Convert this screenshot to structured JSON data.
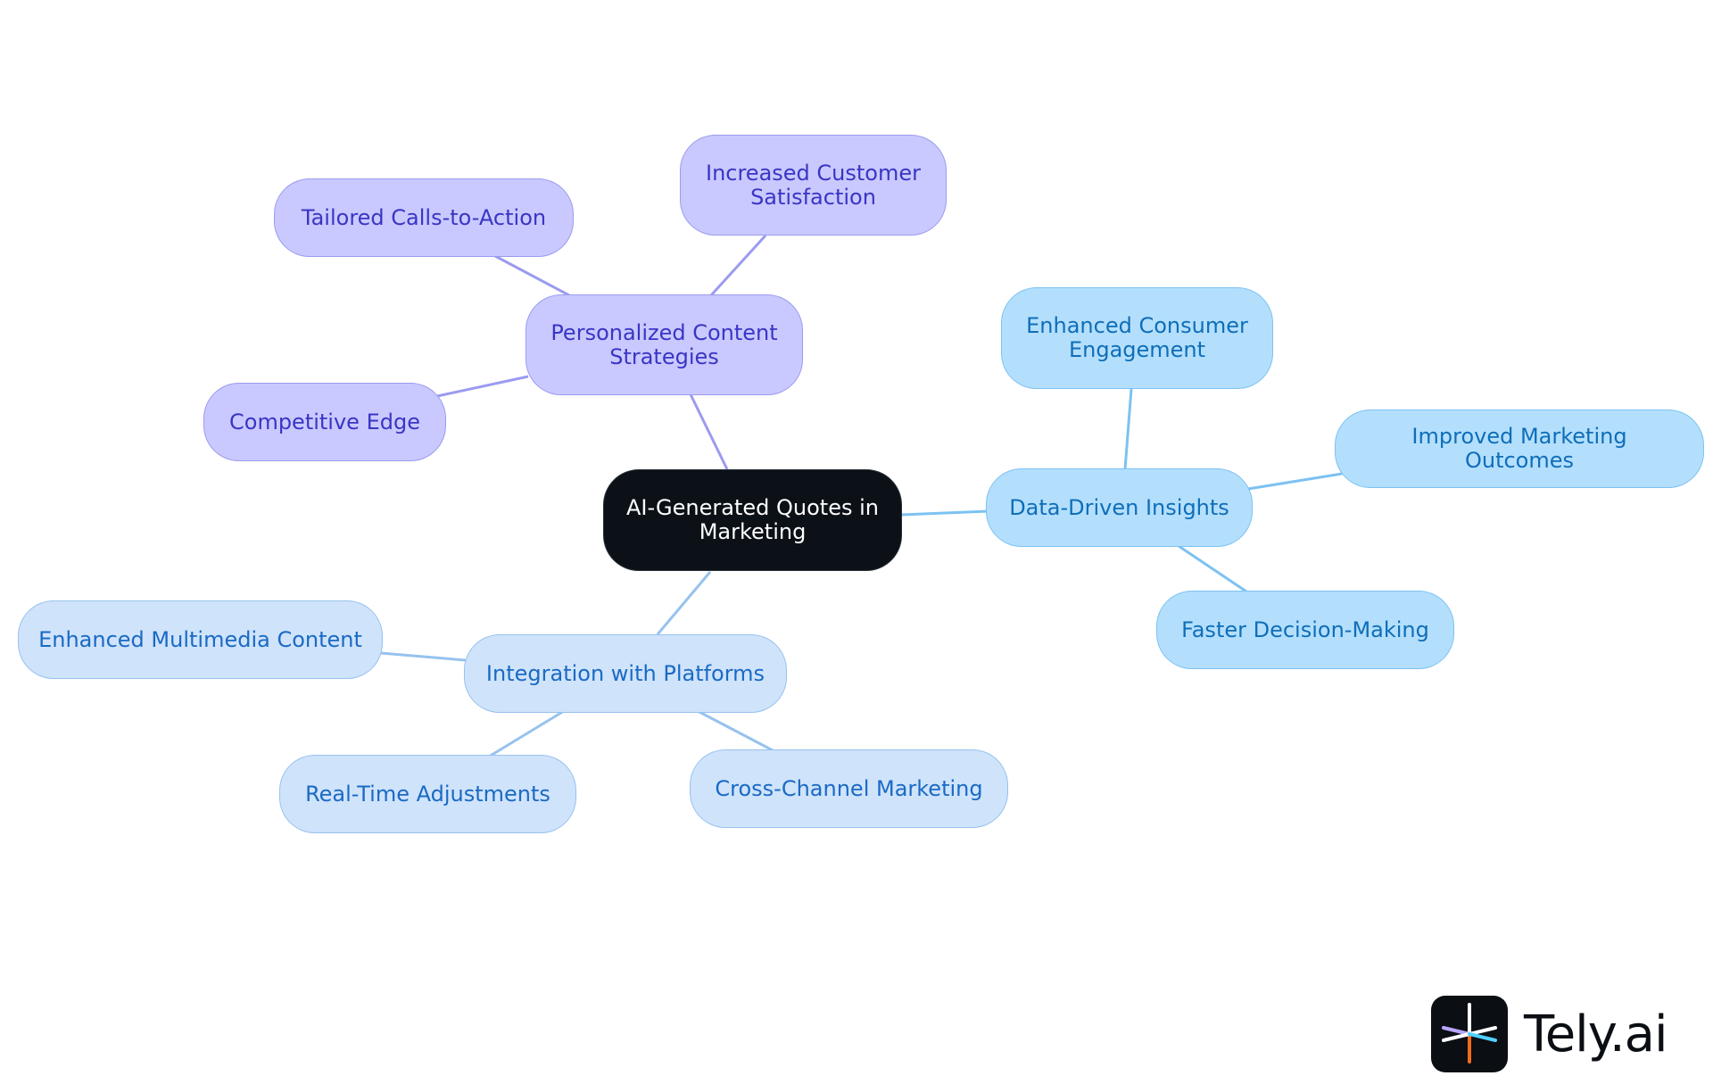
{
  "diagram": {
    "center": {
      "label": "AI-Generated Quotes in\nMarketing"
    },
    "branches": [
      {
        "label": "Personalized Content\nStrategies",
        "color": "#9b9bf0",
        "children": [
          {
            "label": "Increased Customer\nSatisfaction"
          },
          {
            "label": "Tailored Calls-to-Action"
          },
          {
            "label": "Competitive Edge"
          }
        ]
      },
      {
        "label": "Data-Driven Insights",
        "color": "#7cc2f2",
        "children": [
          {
            "label": "Enhanced Consumer\nEngagement"
          },
          {
            "label": "Improved Marketing Outcomes"
          },
          {
            "label": "Faster Decision-Making"
          }
        ]
      },
      {
        "label": "Integration with Platforms",
        "color": "#97c2ee",
        "children": [
          {
            "label": "Enhanced Multimedia Content"
          },
          {
            "label": "Real-Time Adjustments"
          },
          {
            "label": "Cross-Channel Marketing"
          }
        ]
      }
    ]
  },
  "brand": {
    "name": "Tely.ai",
    "icon": "tely-logo-icon"
  },
  "colors": {
    "center_fill": "#0c1118",
    "purple_fill": "#c9c9ff",
    "purple_text": "#3a35c4",
    "sky_fill": "#b3dffd",
    "sky_text": "#0f6eb8",
    "pale_fill": "#cfe3fb",
    "pale_text": "#1a6ac4"
  }
}
